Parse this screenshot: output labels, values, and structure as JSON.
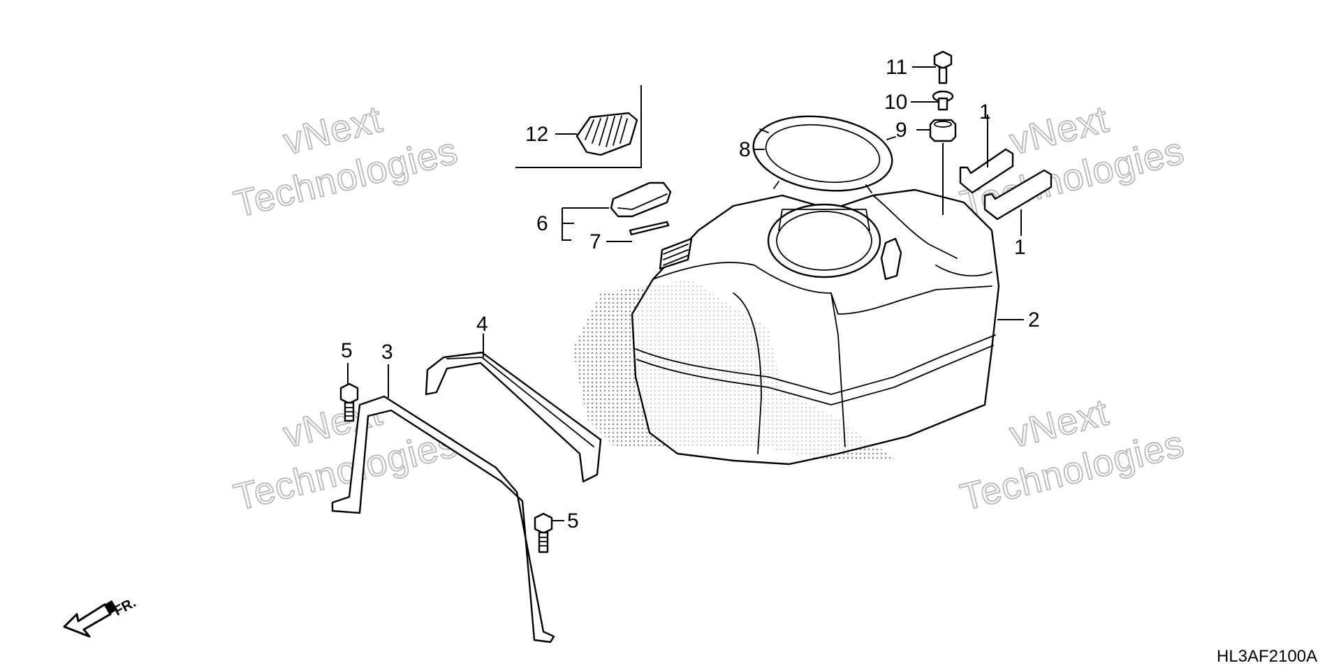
{
  "diagram": {
    "drawing_code": "HL3AF2100A",
    "front_marker": "FR.",
    "watermark_lines": [
      "vNext",
      "Technologies"
    ],
    "callouts": [
      {
        "id": "c1a",
        "label": "1"
      },
      {
        "id": "c1b",
        "label": "1"
      },
      {
        "id": "c2",
        "label": "2"
      },
      {
        "id": "c3",
        "label": "3"
      },
      {
        "id": "c4",
        "label": "4"
      },
      {
        "id": "c5a",
        "label": "5"
      },
      {
        "id": "c5b",
        "label": "5"
      },
      {
        "id": "c6",
        "label": "6"
      },
      {
        "id": "c7",
        "label": "7"
      },
      {
        "id": "c8",
        "label": "8"
      },
      {
        "id": "c9",
        "label": "9"
      },
      {
        "id": "c10",
        "label": "10"
      },
      {
        "id": "c11",
        "label": "11"
      },
      {
        "id": "c12",
        "label": "12"
      }
    ]
  }
}
